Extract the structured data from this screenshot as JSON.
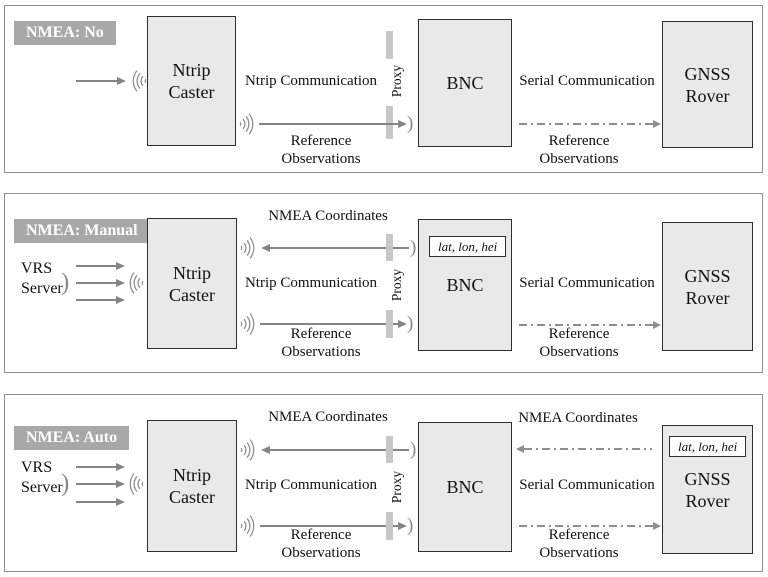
{
  "panels": [
    {
      "title": "NMEA: No"
    },
    {
      "title": "NMEA: Manual"
    },
    {
      "title": "NMEA: Auto"
    }
  ],
  "nodes": {
    "ntrip_caster": "Ntrip Caster",
    "bnc": "BNC",
    "gnss_rover": "GNSS Rover",
    "vrs_server": "VRS Server",
    "coordinates_chip": "lat, lon, hei"
  },
  "flows": {
    "ntrip_communication": "Ntrip Communication",
    "serial_communication": "Serial Communication",
    "reference_observations": "Reference Observations",
    "nmea_coordinates": "NMEA Coordinates",
    "proxy": "Proxy"
  },
  "glyphs": {
    "paren_right": ")"
  },
  "colors": {
    "box_fill": "#e9e9e9",
    "box_border": "#2f2f2f",
    "tag_fill": "#a8a8a8",
    "tag_text": "#ffffff",
    "arrow": "#858585",
    "arrow_dd": "#8f8f8f",
    "proxy_bar": "#c7c7c7",
    "panel_border": "#8f8f8f"
  }
}
